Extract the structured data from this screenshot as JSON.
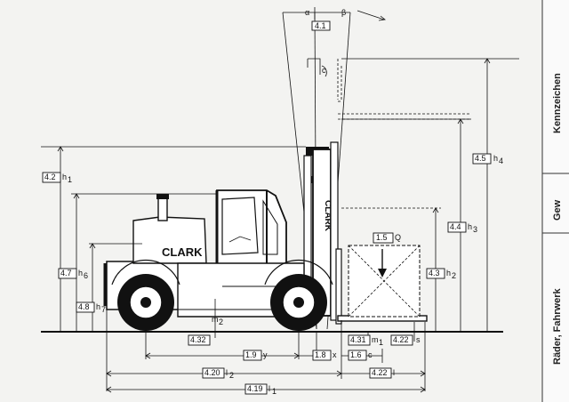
{
  "brand": "CLARK",
  "angles": {
    "alpha": "α",
    "beta": "β",
    "c": "c"
  },
  "labels": {
    "l41": "4.1",
    "l42": "4.2",
    "h1": "h",
    "h1s": "1",
    "l45": "4.5",
    "h4": "h",
    "h4s": "4",
    "l44": "4.4",
    "h3": "h",
    "h3s": "3",
    "l47": "4.7",
    "h6": "h",
    "h6s": "6",
    "l48": "4.8",
    "h7": "h",
    "h7s": "7",
    "l15": "1.5",
    "q": "Q",
    "l43": "4.3",
    "h2": "h",
    "h2s": "2",
    "m2": "m",
    "m2s": "2",
    "l432": "4.32",
    "l431": "4.31",
    "m1": "m",
    "m1s": "1",
    "l422s": "4.22",
    "s": "s",
    "l19": "1.9",
    "y": "y",
    "l18": "1.8",
    "x": "x",
    "l16": "1.6",
    "c": "c",
    "l420": "4.20",
    "l2": "l",
    "l2s": "2",
    "l422": "4.22",
    "l": "l",
    "l419": "4.19",
    "l1": "l",
    "l1s": "1"
  },
  "side_panel": [
    "Kennzeichen",
    "Gew",
    "Räder, Fahrwerk"
  ]
}
